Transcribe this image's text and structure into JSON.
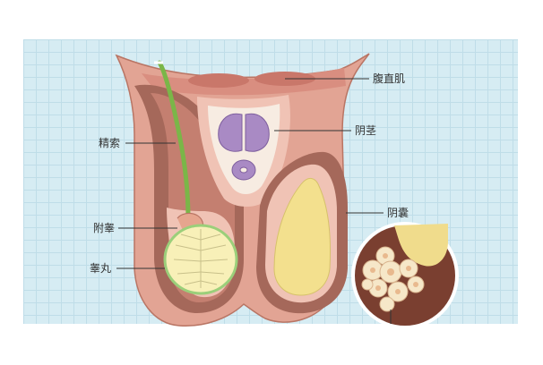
{
  "labels": {
    "rectus_abdominis": "腹直肌",
    "penis": "阴茎",
    "spermatic_cord": "精索",
    "scrotum": "阴囊",
    "epididymis": "附睾",
    "testis": "睾丸"
  },
  "colors": {
    "grid_background": "#d6ecf3",
    "outer_skin": "#e2a494",
    "dark_wall": "#a5685a",
    "inner_tissue": "#f0c3b5",
    "cord_green": "#7ab648",
    "testis_fill": "#f8f0b8",
    "right_testis_fill": "#f3e08e",
    "corpora_purple": "#a98ac4",
    "cream": "#f7ece2",
    "magnified_brown": "#7a3f30",
    "magnified_yellow": "#f0dc8c"
  }
}
